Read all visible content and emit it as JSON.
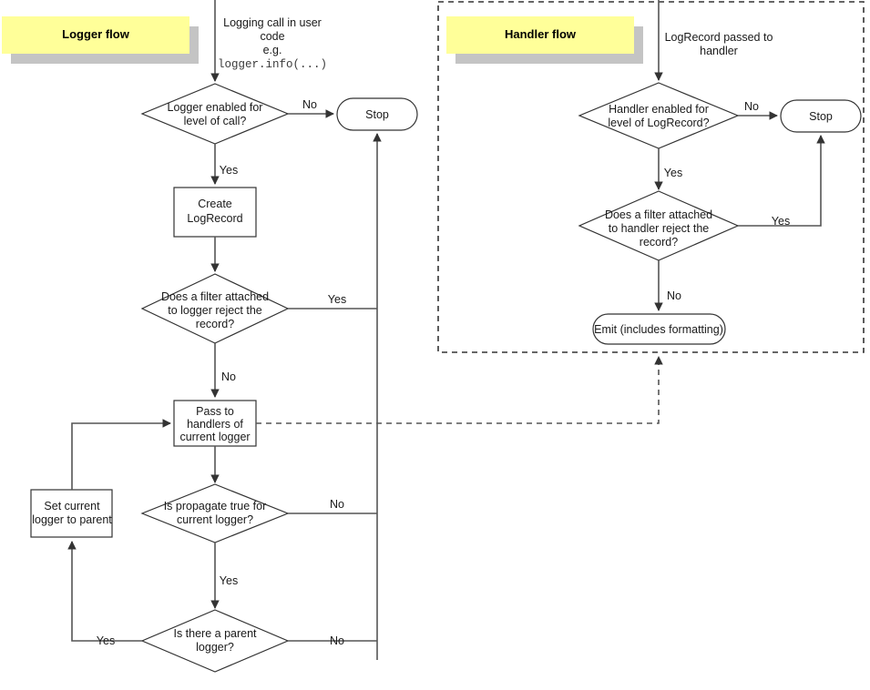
{
  "diagram": {
    "title": "Python logging flow",
    "colors": {
      "banner_fill": "#ffff99",
      "banner_shadow": "#c4c4c4",
      "shape_stroke": "#333333",
      "connector": "#555555",
      "text": "#1a1a1a",
      "mono_text": "#3b3b3b",
      "background": "#ffffff"
    },
    "banners": {
      "logger": "Logger flow",
      "handler": "Handler flow"
    },
    "logger_flow": {
      "entry_line1": "Logging call in user",
      "entry_line2": "code",
      "entry_line3": "e.g.",
      "entry_code": "logger.info(...)",
      "d1_line1": "Logger enabled for",
      "d1_line2": "level of call?",
      "d1_no": "No",
      "d1_yes": "Yes",
      "stop": "Stop",
      "create_line1": "Create",
      "create_line2": "LogRecord",
      "d2_line1": "Does a filter attached",
      "d2_line2": "to logger reject the",
      "d2_line3": "record?",
      "d2_yes": "Yes",
      "d2_no": "No",
      "pass_line1": "Pass to",
      "pass_line2": "handlers of",
      "pass_line3": "current logger",
      "d3_line1": "Is propagate true for",
      "d3_line2": "current logger?",
      "d3_no": "No",
      "d3_yes": "Yes",
      "d4_line1": "Is there a parent",
      "d4_line2": "logger?",
      "d4_yes": "Yes",
      "d4_no": "No",
      "set_line1": "Set current",
      "set_line2": "logger to parent"
    },
    "handler_flow": {
      "entry_line1": "LogRecord passed to",
      "entry_line2": "handler",
      "h1_line1": "Handler enabled for",
      "h1_line2": "level of LogRecord?",
      "h1_no": "No",
      "h1_yes": "Yes",
      "stop": "Stop",
      "h2_line1": "Does a filter attached",
      "h2_line2": "to handler reject the",
      "h2_line3": "record?",
      "h2_yes": "Yes",
      "h2_no": "No",
      "emit": "Emit (includes formatting)"
    }
  }
}
